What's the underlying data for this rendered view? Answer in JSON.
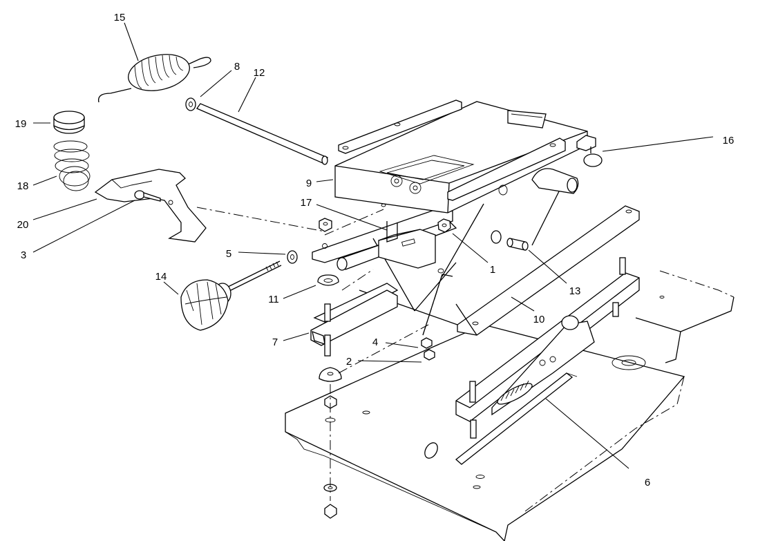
{
  "callouts": [
    {
      "id": "c15",
      "text": "15"
    },
    {
      "id": "c8",
      "text": "8"
    },
    {
      "id": "c12",
      "text": "12"
    },
    {
      "id": "c19",
      "text": "19"
    },
    {
      "id": "c18",
      "text": "18"
    },
    {
      "id": "c20",
      "text": "20"
    },
    {
      "id": "c3",
      "text": "3"
    },
    {
      "id": "c9",
      "text": "9"
    },
    {
      "id": "c16",
      "text": "16"
    },
    {
      "id": "c17",
      "text": "17"
    },
    {
      "id": "c5",
      "text": "5"
    },
    {
      "id": "c1",
      "text": "1"
    },
    {
      "id": "c13",
      "text": "13"
    },
    {
      "id": "c14",
      "text": "14"
    },
    {
      "id": "c11",
      "text": "11"
    },
    {
      "id": "c10",
      "text": "10"
    },
    {
      "id": "c7",
      "text": "7"
    },
    {
      "id": "c4",
      "text": "4"
    },
    {
      "id": "c2",
      "text": "2"
    },
    {
      "id": "c6",
      "text": "6"
    }
  ],
  "parts": [
    "extension-spring",
    "washer",
    "rod",
    "cap",
    "compression-spring",
    "lever",
    "bolt",
    "seat-frame",
    "stop",
    "bracket",
    "flat-washer",
    "nut",
    "bushing",
    "knob-assembly",
    "bumper",
    "suspension-frame",
    "seat-rail",
    "lock-nut",
    "seat-slide-assembly",
    "base-plate"
  ]
}
